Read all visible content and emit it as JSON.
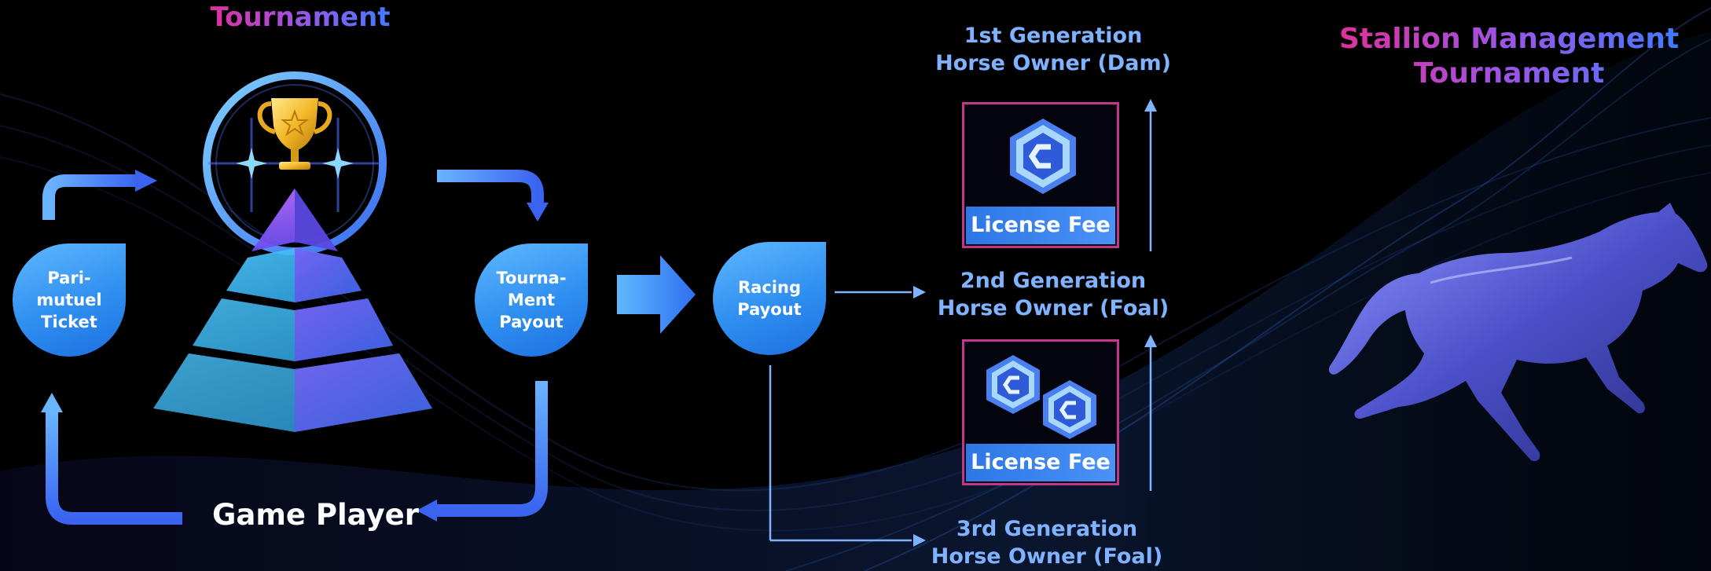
{
  "left_title": "Tournament",
  "right_title": {
    "line1": "Stallion Management",
    "line2": "Tournament"
  },
  "nodes": {
    "parimutuel": [
      "Pari-",
      "mutuel",
      "Ticket"
    ],
    "tournament_payout": [
      "Tourna-",
      "Ment",
      "Payout"
    ],
    "racing_payout": [
      "Racing",
      "Payout"
    ]
  },
  "game_player": "Game Player",
  "generations": {
    "gen1": {
      "line1": "1st Generation",
      "line2": "Horse Owner (Dam)"
    },
    "gen2": {
      "line1": "2nd Generation",
      "line2": "Horse Owner (Foal)"
    },
    "gen3": {
      "line1": "3rd Generation",
      "line2": "Horse Owner (Foal)"
    }
  },
  "license_fee_label": "License Fee",
  "colors": {
    "accent_pink": "#e0309a",
    "accent_purple": "#9b55e6",
    "accent_blue": "#3f7cff",
    "node_blue": "#2f8ff0",
    "label_blue": "#7fb2ff",
    "box_border": "#c2378a"
  },
  "icons": [
    "trophy-icon",
    "pyramid-icon",
    "token-icon",
    "horse-icon",
    "arrow-icon"
  ]
}
